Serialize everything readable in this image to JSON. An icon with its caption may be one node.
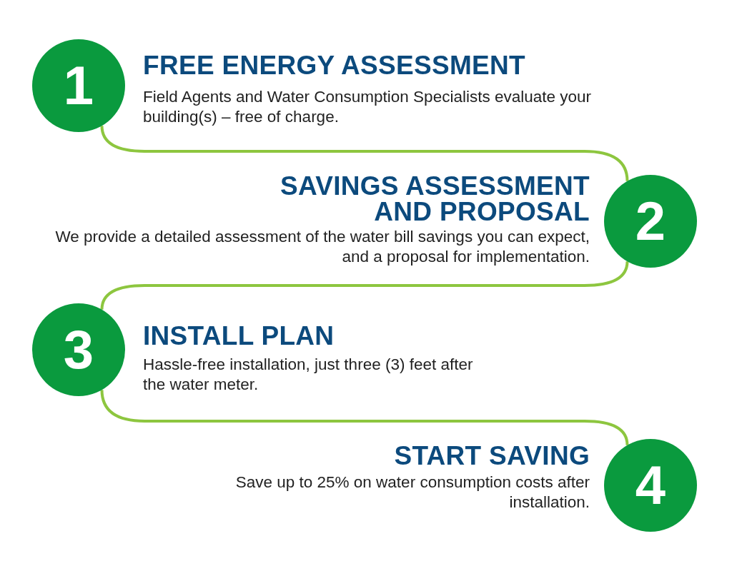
{
  "diagram": {
    "nodes": [
      {
        "text": [
          "1"
        ],
        "beside": [
          "FREE ENERGY ASSESSMENT",
          "Field Agents and Water Consumption Specialists evaluate your building(s) – free of charge."
        ]
      },
      {
        "text": [
          "2"
        ],
        "beside": [
          "SAVINGS ASSESSMENT AND PROPOSAL",
          "We provide a detailed assessment of the water bill savings you can expect, and a proposal for implementation."
        ]
      },
      {
        "text": [
          "3"
        ],
        "beside": [
          "INSTALL PLAN",
          "Hassle-free installation, just three (3) feet after the water meter."
        ]
      },
      {
        "text": [
          "4"
        ],
        "beside": [
          "START SAVING",
          "Save up to 25% on water consumption costs after installation."
        ]
      }
    ],
    "edges": [
      {
        "from": 0,
        "to": 1,
        "arrow": "none"
      },
      {
        "from": 1,
        "to": 2,
        "arrow": "none"
      },
      {
        "from": 2,
        "to": 3,
        "arrow": "none"
      }
    ]
  }
}
